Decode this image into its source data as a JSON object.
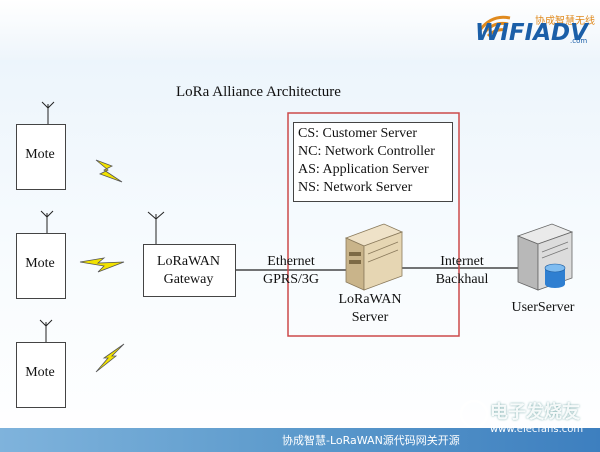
{
  "title": "LoRa Alliance Architecture",
  "motes": [
    "Mote",
    "Mote",
    "Mote"
  ],
  "gateway": {
    "line1": "LoRaWAN",
    "line2": "Gateway"
  },
  "link_gateway_server": {
    "line1": "Ethernet",
    "line2": "GPRS/3G"
  },
  "server": {
    "line1": "LoRaWAN",
    "line2": "Server"
  },
  "link_server_user": {
    "line1": "Internet",
    "line2": "Backhaul"
  },
  "user_server": "UserServer",
  "legend": [
    "CS: Customer Server",
    "NC: Network Controller",
    "AS: Application Server",
    "NS: Network Server"
  ],
  "logo": {
    "cn": "协成智慧无线",
    "main": "WIFIADV",
    "suffix": ".com"
  },
  "footer": "协成智慧-LoRaWAN源代码网关开源",
  "watermark": {
    "text": "电子发烧友",
    "url": "www.elecfans.com"
  },
  "colors": {
    "highlight_border": "#cc4a4a",
    "footer_blue": "#5f9ccd",
    "lightning": "#f2e200",
    "brand_blue": "#1b5fa8",
    "brand_orange": "#e08a1e"
  }
}
